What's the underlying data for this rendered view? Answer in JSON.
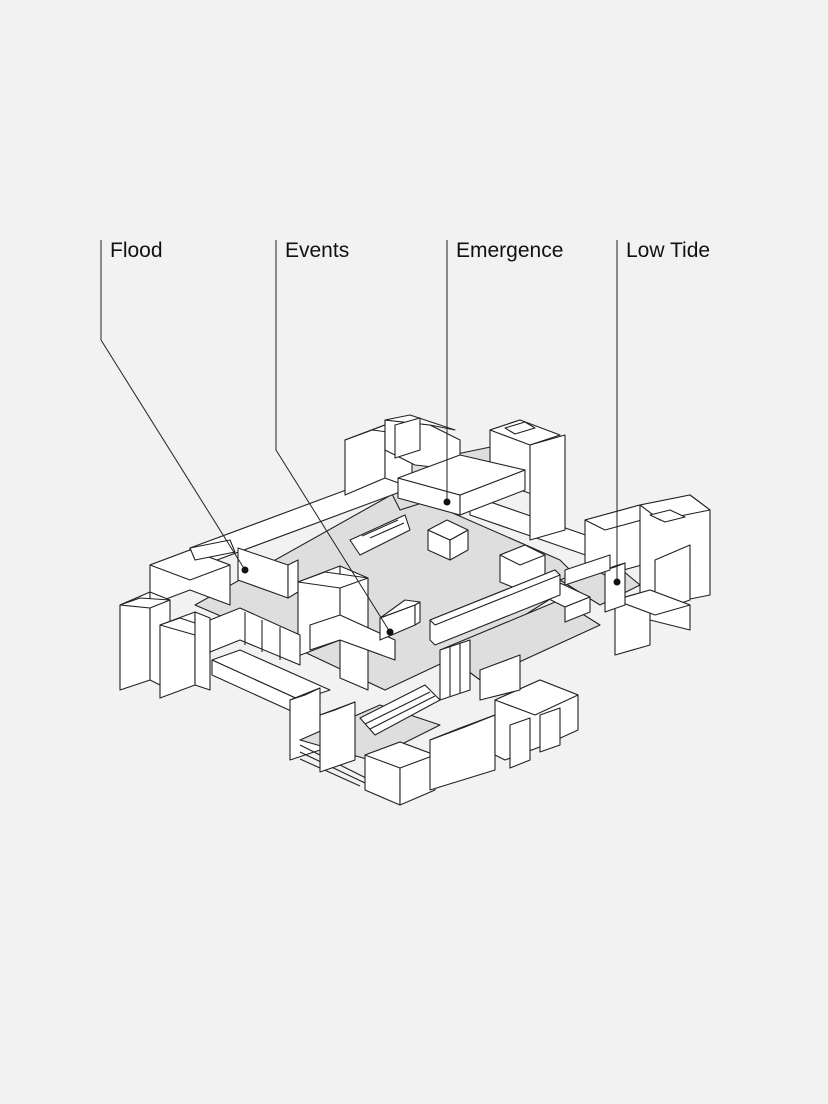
{
  "labels": {
    "flood": "Flood",
    "events": "Events",
    "emergence": "Emergence",
    "low_tide": "Low Tide"
  },
  "colors": {
    "background": "#f2f2f2",
    "floor": "#dedede",
    "walls": "#ffffff",
    "lines": "#222222"
  }
}
